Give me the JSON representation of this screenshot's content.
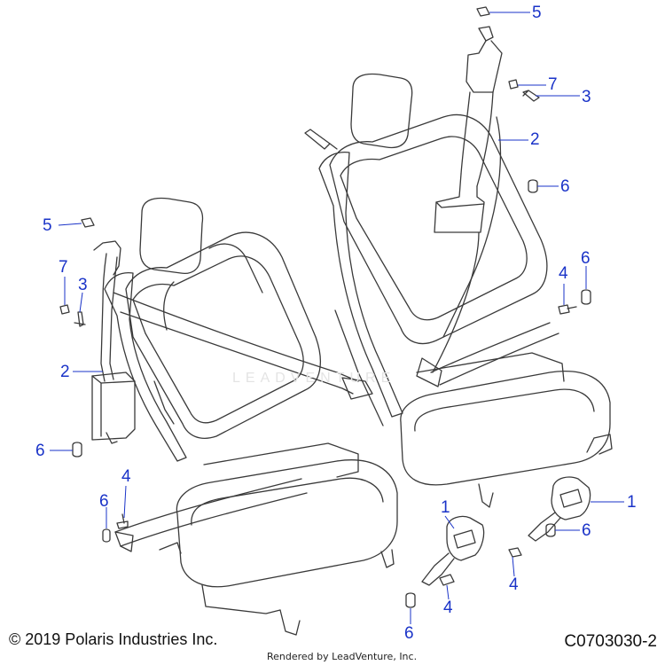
{
  "callouts": [
    {
      "id": "c5_top",
      "label": "5"
    },
    {
      "id": "c7_right",
      "label": "7"
    },
    {
      "id": "c3_right",
      "label": "3"
    },
    {
      "id": "c2_right",
      "label": "2"
    },
    {
      "id": "c6_right_a",
      "label": "6"
    },
    {
      "id": "c6_right_b",
      "label": "6"
    },
    {
      "id": "c4_right",
      "label": "4"
    },
    {
      "id": "c5_left",
      "label": "5"
    },
    {
      "id": "c7_left",
      "label": "7"
    },
    {
      "id": "c3_left",
      "label": "3"
    },
    {
      "id": "c2_left",
      "label": "2"
    },
    {
      "id": "c6_left_a",
      "label": "6"
    },
    {
      "id": "c4_left",
      "label": "4"
    },
    {
      "id": "c6_left_b",
      "label": "6"
    },
    {
      "id": "c1_mid",
      "label": "1"
    },
    {
      "id": "c1_right",
      "label": "1"
    },
    {
      "id": "c6_buckle_right",
      "label": "6"
    },
    {
      "id": "c4_buckle_right",
      "label": "4"
    },
    {
      "id": "c4_buckle_mid",
      "label": "4"
    },
    {
      "id": "c6_buckle_mid",
      "label": "6"
    }
  ],
  "footer": {
    "copyright": "© 2019 Polaris Industries Inc.",
    "rendered_by": "Rendered by LeadVenture, Inc.",
    "document_number": "C0703030-2"
  },
  "watermark": "LEADVENTURE",
  "colors": {
    "callout_text": "#1a33c8",
    "leader_line": "#1a33c8",
    "line_art": "#3a3a3a",
    "watermark": "#e4e4e4"
  }
}
